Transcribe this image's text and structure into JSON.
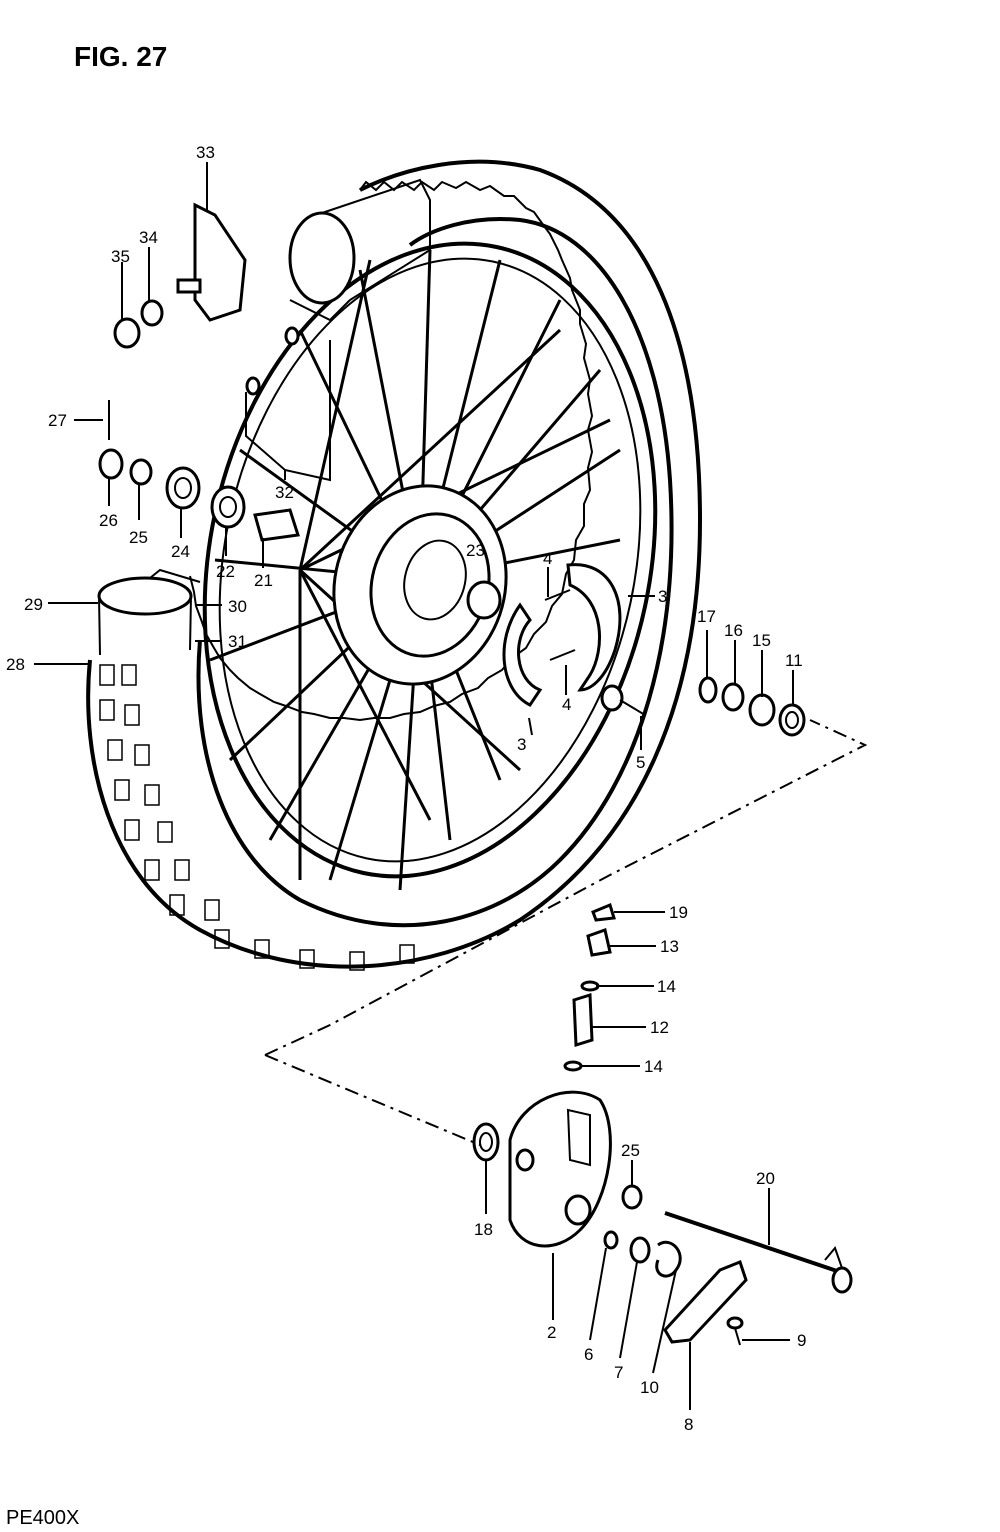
{
  "figure_title": "FIG. 27",
  "model_code": "PE400X",
  "callouts": {
    "c33": "33",
    "c34": "34",
    "c35": "35",
    "c27": "27",
    "c32": "32",
    "c26": "26",
    "c25a": "25",
    "c24": "24",
    "c22": "22",
    "c21": "21",
    "c23": "23",
    "c4a": "4",
    "c4b": "4",
    "c3a": "3",
    "c3b": "3",
    "c29": "29",
    "c30": "30",
    "c31": "31",
    "c28": "28",
    "c17": "17",
    "c16": "16",
    "c15": "15",
    "c11": "11",
    "c5": "5",
    "c19": "19",
    "c13": "13",
    "c14a": "14",
    "c12": "12",
    "c14b": "14",
    "c25b": "25",
    "c18": "18",
    "c20": "20",
    "c2": "2",
    "c6": "6",
    "c7": "7",
    "c10": "10",
    "c9": "9",
    "c8": "8"
  }
}
